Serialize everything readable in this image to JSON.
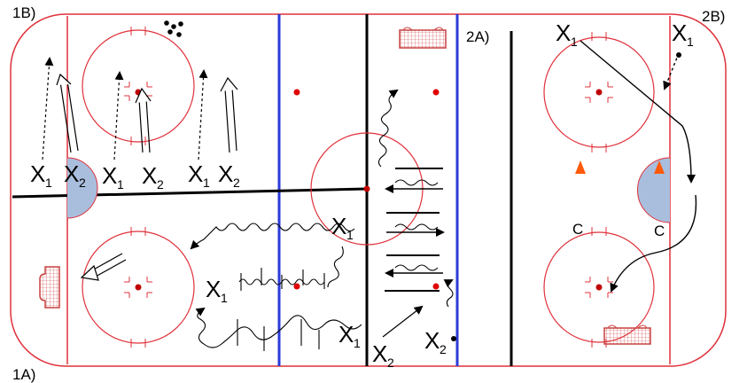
{
  "labels": {
    "1A": "1A)",
    "1B": "1B)",
    "2A": "2A)",
    "2B": "2B)"
  },
  "players": [
    {
      "letter": "X",
      "sub": "1"
    },
    {
      "letter": "X",
      "sub": "2"
    },
    {
      "letter": "X",
      "sub": "1"
    },
    {
      "letter": "X",
      "sub": "2"
    },
    {
      "letter": "X",
      "sub": "1"
    },
    {
      "letter": "X",
      "sub": "2"
    },
    {
      "letter": "X",
      "sub": "1"
    },
    {
      "letter": "X",
      "sub": "1"
    },
    {
      "letter": "X",
      "sub": "1"
    },
    {
      "letter": "X",
      "sub": "2"
    },
    {
      "letter": "X",
      "sub": "1"
    },
    {
      "letter": "X",
      "sub": "1"
    },
    {
      "letter": "X",
      "sub": "2"
    }
  ],
  "coach_labels": [
    "C",
    "C"
  ],
  "colors": {
    "rink_line": "#e0303a",
    "blue_line": "#2a3bd8",
    "center_line": "#000000",
    "crease_fill": "#a9bedd",
    "cone": "#ff5a0a",
    "faceoff_dot": "#e00000"
  },
  "icons": [
    "net-icon",
    "puck-pile-icon",
    "cone-icon",
    "pass-arrow-icon",
    "skate-arrow-icon",
    "shot-arrow-icon"
  ]
}
